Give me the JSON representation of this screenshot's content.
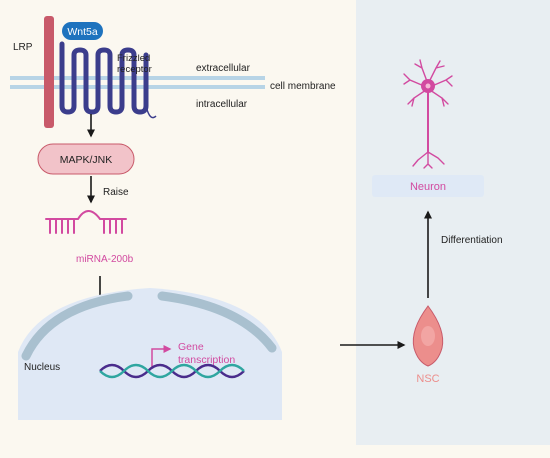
{
  "labels": {
    "wnt5a": "Wnt5a",
    "lrp": "LRP",
    "frizzled_line1": "Frizzled",
    "frizzled_line2": "receptor",
    "extracellular": "extracellular",
    "cell_membrane": "cell membrane",
    "intracellular": "intracellular",
    "mapk_jnk": "MAPK/JNK",
    "raise": "Raise",
    "mirna": "miRNA-200b",
    "nucleus": "Nucleus",
    "gene_line1": "Gene",
    "gene_line2": "transcription",
    "nsc": "NSC",
    "neuron": "Neuron",
    "differentiation": "Differentiation"
  },
  "colors": {
    "page_background": "#fbf8f0",
    "right_panel": "#e8eef2",
    "membrane": "#b7d4e6",
    "lrp": "#c85a6a",
    "receptor": "#3b3d8c",
    "wnt5a": "#1e73be",
    "mapk_fill": "#f2c3c9",
    "mirna": "#d24aa0",
    "nucleus": "#dfe8f5",
    "envelope": "#a9c0cf",
    "gene_label": "#d24aa0",
    "dna_a": "#4a2c8c",
    "dna_b": "#2fa6a0",
    "nsc": "#ec8e8c",
    "neuron": "#d24aa0",
    "neuron_box": "#dfe9f6",
    "arrow": "#1a1a1a"
  }
}
